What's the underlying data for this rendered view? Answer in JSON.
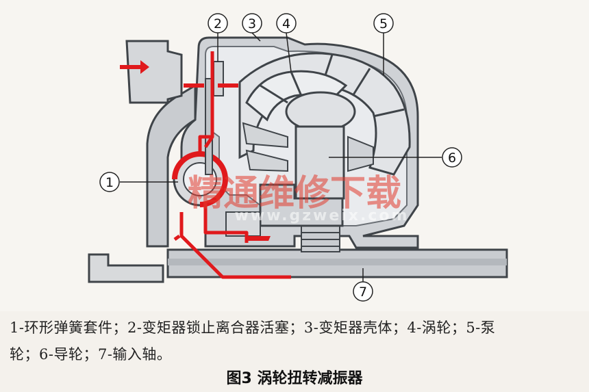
{
  "diagram": {
    "callouts": [
      "1",
      "2",
      "3",
      "4",
      "5",
      "6",
      "7"
    ],
    "watermark_text": "精通维修下载",
    "watermark_url": "www.gzweix.com"
  },
  "caption": {
    "line1": "1-环形弹簧套件；2-变矩器锁止离合器活塞；3-变矩器壳体；4-涡轮；5-泵",
    "line2": "轮；6-导轮；7-输入轴。"
  },
  "title": "图3 涡轮扭转减振器",
  "colors": {
    "flow_red": "#e0191c",
    "housing_gray": "#9aa0a6",
    "housing_dark": "#4a4f55",
    "background": "#f4f1ec"
  }
}
